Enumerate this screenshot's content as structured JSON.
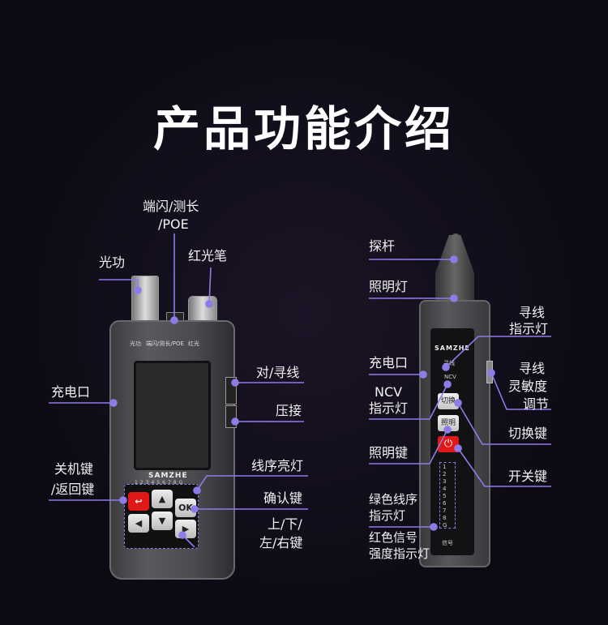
{
  "title": "产品功能介绍",
  "left_device": {
    "labels": {
      "port_flash_1": "端闪/测长",
      "port_flash_2": "/POE",
      "optical_power": "光功",
      "red_light": "红光笔",
      "wire_trace": "对/寻线",
      "charge": "充电口",
      "crimp": "压接",
      "power_off_1": "关机键",
      "power_off_2": "/返回键",
      "sequence_led": "线序亮灯",
      "confirm": "确认键",
      "arrows_1": "上/下/",
      "arrows_2": "左/右键"
    },
    "printed": {
      "top_optical": "光功",
      "top_port": "端闪/测长/POE",
      "top_red": "红光",
      "brand": "SAMZHE",
      "led_numbers": [
        "1",
        "2",
        "3",
        "4",
        "5",
        "6",
        "7",
        "8",
        "G"
      ],
      "ok_key": "OK"
    }
  },
  "right_device": {
    "labels": {
      "probe": "探杆",
      "light": "照明灯",
      "trace_led_1": "寻线",
      "trace_led_2": "指示灯",
      "charge": "充电口",
      "sensitivity_1": "寻线",
      "sensitivity_2": "灵敏度",
      "sensitivity_3": "调节",
      "ncv_1": "NCV",
      "ncv_2": "指示灯",
      "switch_key": "切换键",
      "light_key": "照明键",
      "power_key": "开关键",
      "green_led_1": "绿色线序",
      "green_led_2": "指示灯",
      "red_led_1": "红色信号",
      "red_led_2": "强度指示灯"
    },
    "printed": {
      "brand": "SAMZHE",
      "trace": "寻线",
      "ncv": "NCV",
      "switch": "切换",
      "light": "照明",
      "leds": [
        "1",
        "2",
        "3",
        "4",
        "5",
        "6",
        "7",
        "8",
        "G"
      ],
      "signal": "信号"
    }
  },
  "colors": {
    "accent": "#8f7be8",
    "background": "#0d0a14"
  }
}
